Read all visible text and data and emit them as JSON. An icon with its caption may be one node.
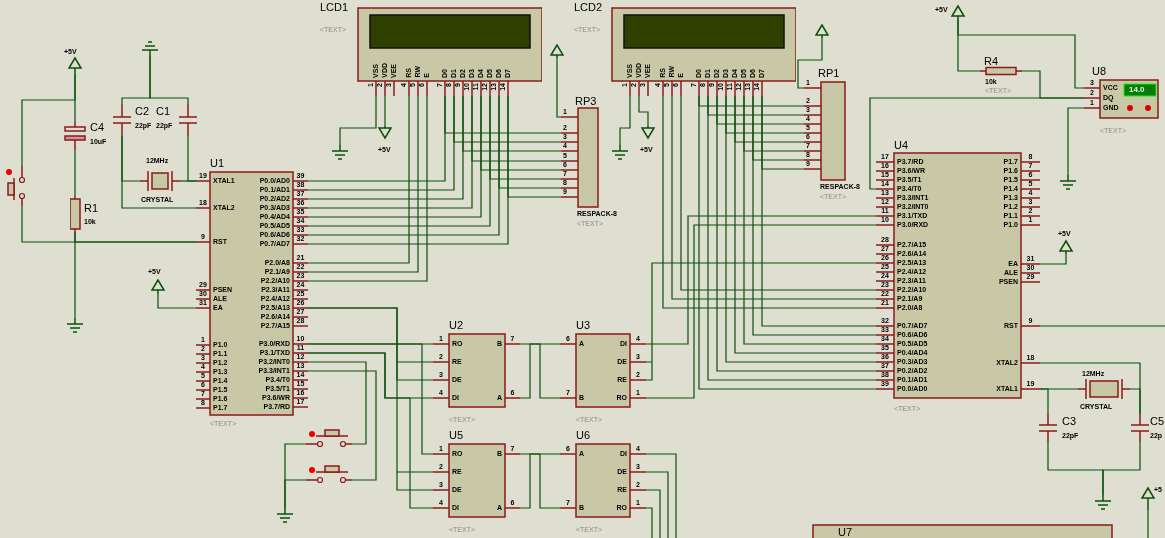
{
  "diagram": {
    "nodes": [
      {
        "text": [
          "LCD1",
          "<TEXT>",
          "VSS",
          "1",
          "VDD",
          "2",
          "VEE",
          "3",
          "RS",
          "4",
          "RW",
          "5",
          "E",
          "6",
          "D0",
          "7",
          "D1",
          "8",
          "D2",
          "9",
          "D3",
          "10",
          "D4",
          "11",
          "D5",
          "12",
          "D6",
          "13",
          "D7",
          "14"
        ]
      },
      {
        "text": [
          "LCD2",
          "<TEXT>",
          "VSS",
          "1",
          "VDD",
          "2",
          "VEE",
          "3",
          "RS",
          "4",
          "RW",
          "5",
          "E",
          "6",
          "D0",
          "7",
          "D1",
          "8",
          "D2",
          "9",
          "D3",
          "10",
          "D4",
          "11",
          "D5",
          "12",
          "D6",
          "13",
          "D7",
          "14"
        ]
      },
      {
        "text": [
          "U8",
          "<TEXT>",
          "14.0",
          "VCC",
          "3",
          "DQ",
          "2",
          "GND",
          "1"
        ]
      },
      {
        "text": [
          "RP1",
          "RESPACK-8",
          "<TEXT>",
          "1",
          "2",
          "3",
          "4",
          "5",
          "6",
          "7",
          "8",
          "9"
        ]
      },
      {
        "text": [
          "RP3",
          "RESPACK-8",
          "<TEXT>",
          "1",
          "2",
          "3",
          "4",
          "5",
          "6",
          "7",
          "8",
          "9"
        ]
      },
      {
        "text": [
          "U1",
          "<TEXT>",
          "XTAL1",
          "19",
          "XTAL2",
          "18",
          "RST",
          "9",
          "PSEN",
          "29",
          "ALE",
          "30",
          "EA",
          "31",
          "P1.0",
          "1",
          "P1.1",
          "2",
          "P1.2",
          "3",
          "P1.3",
          "4",
          "P1.4",
          "5",
          "P1.5",
          "6",
          "P1.6",
          "7",
          "P1.7",
          "8",
          "P0.0/AD0",
          "39",
          "P0.1/AD1",
          "38",
          "P0.2/AD2",
          "37",
          "P0.3/AD3",
          "36",
          "P0.4/AD4",
          "35",
          "P0.5/AD5",
          "34",
          "P0.6/AD6",
          "33",
          "P0.7/AD7",
          "32",
          "P2.0/A8",
          "21",
          "P2.1/A9",
          "22",
          "P2.2/A10",
          "23",
          "P2.3/A11",
          "24",
          "P2.4/A12",
          "25",
          "P2.5/A13",
          "26",
          "P2.6/A14",
          "27",
          "P2.7/A15",
          "28",
          "P3.0/RXD",
          "10",
          "P3.1/TXD",
          "11",
          "P3.2/INT0",
          "12",
          "P3.3/INT1",
          "13",
          "P3.4/T0",
          "14",
          "P3.5/T1",
          "15",
          "P3.6/WR",
          "16",
          "P3.7/RD",
          "17"
        ]
      },
      {
        "text": [
          "U4",
          "<TEXT>",
          "P3.7/RD",
          "17",
          "P3.6/WR",
          "16",
          "P3.5/T1",
          "15",
          "P3.4/T0",
          "14",
          "P3.3/INT1",
          "13",
          "P3.2/INT0",
          "12",
          "P3.1/TXD",
          "11",
          "P3.0/RXD",
          "10",
          "P2.7/A15",
          "28",
          "P2.6/A14",
          "27",
          "P2.5/A13",
          "26",
          "P2.4/A12",
          "25",
          "P2.3/A11",
          "24",
          "P2.2/A10",
          "23",
          "P2.1/A9",
          "22",
          "P2.0/A8",
          "21",
          "P0.7/AD7",
          "32",
          "P0.6/AD6",
          "33",
          "P0.5/AD5",
          "34",
          "P0.4/AD4",
          "35",
          "P0.3/AD3",
          "36",
          "P0.2/AD2",
          "37",
          "P0.1/AD1",
          "38",
          "P0.0/AD0",
          "39",
          "P1.7",
          "8",
          "P1.6",
          "7",
          "P1.5",
          "6",
          "P1.4",
          "5",
          "P1.3",
          "4",
          "P1.2",
          "3",
          "P1.1",
          "2",
          "P1.0",
          "1",
          "EA",
          "31",
          "ALE",
          "30",
          "PSEN",
          "29",
          "RST",
          "9",
          "XTAL2",
          "18",
          "XTAL1",
          "19"
        ]
      },
      {
        "text": [
          "U2",
          "<TEXT>",
          "RO",
          "1",
          "RE",
          "2",
          "DE",
          "3",
          "DI",
          "4",
          "B",
          "7",
          "A",
          "6"
        ]
      },
      {
        "text": [
          "U3",
          "<TEXT>",
          "A",
          "6",
          "B",
          "7",
          "DI",
          "4",
          "DE",
          "3",
          "RE",
          "2",
          "RO",
          "1"
        ]
      },
      {
        "text": [
          "U5",
          "<TEXT>",
          "RO",
          "1",
          "RE",
          "2",
          "DE",
          "3",
          "DI",
          "4",
          "B",
          "7",
          "A",
          "6"
        ]
      },
      {
        "text": [
          "U6",
          "<TEXT>",
          "A",
          "6",
          "B",
          "7",
          "DI",
          "4",
          "DE",
          "3",
          "RE",
          "2",
          "RO",
          "1"
        ]
      },
      {
        "text": [
          "U7"
        ]
      },
      {
        "text": [
          "R1",
          "10k"
        ]
      },
      {
        "text": [
          "C4",
          "10uF"
        ]
      },
      {
        "text": [
          "C2",
          "22pF"
        ]
      },
      {
        "text": [
          "C1",
          "22pF"
        ]
      },
      {
        "text": [
          "12MHz",
          "CRYSTAL"
        ]
      },
      {
        "text": [
          "R4",
          "10k",
          "<TEXT>"
        ]
      },
      {
        "text": [
          "C3",
          "22pF"
        ]
      },
      {
        "text": [
          "C5",
          "22p"
        ]
      },
      {
        "text": [
          "12MHz",
          "CRYSTAL"
        ]
      },
      {
        "text": [],
        "shape": "switch"
      },
      {
        "text": [],
        "shape": "switch"
      },
      {
        "text": [],
        "shape": "switch"
      },
      {
        "text": [
          "+5V"
        ]
      },
      {
        "text": [
          "+5V"
        ]
      },
      {
        "text": [
          "+5V"
        ]
      },
      {
        "text": [],
        "shape": "triangle"
      },
      {
        "text": [
          "+5V"
        ]
      },
      {
        "text": [],
        "shape": "triangle"
      },
      {
        "text": [
          "+5V"
        ]
      },
      {
        "text": [
          "+5V"
        ]
      },
      {
        "text": [
          "+5"
        ]
      },
      {
        "text": [],
        "shape": "ground"
      },
      {
        "text": [],
        "shape": "ground"
      },
      {
        "text": [],
        "shape": "ground"
      },
      {
        "text": [],
        "shape": "ground"
      },
      {
        "text": [],
        "shape": "ground"
      },
      {
        "text": [],
        "shape": "ground"
      },
      {
        "text": [],
        "shape": "ground"
      }
    ],
    "edges": [
      {
        "from": 5,
        "to": 0,
        "arrow": "none"
      },
      {
        "from": 5,
        "to": 0,
        "arrow": "none"
      },
      {
        "from": 5,
        "to": 0,
        "arrow": "none"
      },
      {
        "from": 5,
        "to": 0,
        "arrow": "none"
      },
      {
        "from": 5,
        "to": 0,
        "arrow": "none"
      },
      {
        "from": 5,
        "to": 0,
        "arrow": "none"
      },
      {
        "from": 5,
        "to": 0,
        "arrow": "none"
      },
      {
        "from": 5,
        "to": 0,
        "arrow": "none"
      },
      {
        "from": 0,
        "to": 4,
        "arrow": "none"
      },
      {
        "from": 0,
        "to": 4,
        "arrow": "none"
      },
      {
        "from": 0,
        "to": 4,
        "arrow": "none"
      },
      {
        "from": 0,
        "to": 4,
        "arrow": "none"
      },
      {
        "from": 0,
        "to": 4,
        "arrow": "none"
      },
      {
        "from": 0,
        "to": 4,
        "arrow": "none"
      },
      {
        "from": 0,
        "to": 4,
        "arrow": "none"
      },
      {
        "from": 0,
        "to": 4,
        "arrow": "none"
      },
      {
        "from": 5,
        "to": 0,
        "arrow": "none"
      },
      {
        "from": 5,
        "to": 0,
        "arrow": "none"
      },
      {
        "from": 5,
        "to": 0,
        "arrow": "none"
      },
      {
        "from": 0,
        "to": 35,
        "arrow": "none"
      },
      {
        "from": 0,
        "to": 25,
        "arrow": "none"
      },
      {
        "from": 4,
        "to": 27,
        "arrow": "none"
      },
      {
        "from": 1,
        "to": 3,
        "arrow": "none"
      },
      {
        "from": 1,
        "to": 3,
        "arrow": "none"
      },
      {
        "from": 1,
        "to": 3,
        "arrow": "none"
      },
      {
        "from": 1,
        "to": 3,
        "arrow": "none"
      },
      {
        "from": 1,
        "to": 3,
        "arrow": "none"
      },
      {
        "from": 1,
        "to": 3,
        "arrow": "none"
      },
      {
        "from": 1,
        "to": 3,
        "arrow": "none"
      },
      {
        "from": 1,
        "to": 3,
        "arrow": "none"
      },
      {
        "from": 1,
        "to": 6,
        "arrow": "none"
      },
      {
        "from": 1,
        "to": 6,
        "arrow": "none"
      },
      {
        "from": 1,
        "to": 6,
        "arrow": "none"
      },
      {
        "from": 1,
        "to": 6,
        "arrow": "none"
      },
      {
        "from": 1,
        "to": 6,
        "arrow": "none"
      },
      {
        "from": 1,
        "to": 6,
        "arrow": "none"
      },
      {
        "from": 1,
        "to": 6,
        "arrow": "none"
      },
      {
        "from": 1,
        "to": 6,
        "arrow": "none"
      },
      {
        "from": 1,
        "to": 6,
        "arrow": "none"
      },
      {
        "from": 1,
        "to": 6,
        "arrow": "none"
      },
      {
        "from": 1,
        "to": 6,
        "arrow": "none"
      },
      {
        "from": 1,
        "to": 36,
        "arrow": "none"
      },
      {
        "from": 1,
        "to": 28,
        "arrow": "none"
      },
      {
        "from": 3,
        "to": 29,
        "arrow": "none"
      },
      {
        "from": 5,
        "to": 7,
        "arrow": "none"
      },
      {
        "from": 5,
        "to": 9,
        "arrow": "none"
      },
      {
        "from": 5,
        "to": 7,
        "arrow": "none"
      },
      {
        "from": 5,
        "to": 9,
        "arrow": "none"
      },
      {
        "from": 5,
        "to": 7,
        "arrow": "none"
      },
      {
        "from": 5,
        "to": 9,
        "arrow": "none"
      },
      {
        "from": 5,
        "to": 22,
        "arrow": "none"
      },
      {
        "from": 5,
        "to": 23,
        "arrow": "none"
      },
      {
        "from": 22,
        "to": 38,
        "arrow": "none"
      },
      {
        "from": 23,
        "to": 38,
        "arrow": "none"
      },
      {
        "from": 7,
        "to": 8,
        "arrow": "none"
      },
      {
        "from": 7,
        "to": 8,
        "arrow": "none"
      },
      {
        "from": 9,
        "to": 10,
        "arrow": "none"
      },
      {
        "from": 9,
        "to": 10,
        "arrow": "none"
      },
      {
        "from": 8,
        "to": 6,
        "arrow": "none"
      },
      {
        "from": 8,
        "to": 6,
        "arrow": "none"
      },
      {
        "from": 8,
        "to": 6,
        "arrow": "none"
      },
      {
        "from": 10,
        "to": null,
        "arrow": "none"
      },
      {
        "from": 10,
        "to": null,
        "arrow": "none"
      },
      {
        "from": 10,
        "to": null,
        "arrow": "none"
      },
      {
        "from": 10,
        "to": null,
        "arrow": "none"
      },
      {
        "from": 6,
        "to": 2,
        "arrow": "none"
      },
      {
        "from": 17,
        "to": 2,
        "arrow": "none"
      },
      {
        "from": 30,
        "to": 17,
        "arrow": "none"
      },
      {
        "from": 30,
        "to": 2,
        "arrow": "none"
      },
      {
        "from": 2,
        "to": 37,
        "arrow": "none"
      },
      {
        "from": 6,
        "to": 31,
        "arrow": "none"
      },
      {
        "from": 6,
        "to": null,
        "arrow": "none"
      },
      {
        "from": 6,
        "to": 19,
        "arrow": "none"
      },
      {
        "from": 6,
        "to": 20,
        "arrow": "none"
      },
      {
        "from": 6,
        "to": 18,
        "arrow": "none"
      },
      {
        "from": 20,
        "to": 19,
        "arrow": "none"
      },
      {
        "from": 18,
        "to": 39,
        "arrow": "none"
      },
      {
        "from": 19,
        "to": 39,
        "arrow": "none"
      },
      {
        "from": 5,
        "to": 16,
        "arrow": "none"
      },
      {
        "from": 5,
        "to": 15,
        "arrow": "none"
      },
      {
        "from": 16,
        "to": 14,
        "arrow": "none"
      },
      {
        "from": 5,
        "to": 14,
        "arrow": "none"
      },
      {
        "from": 14,
        "to": 33,
        "arrow": "none"
      },
      {
        "from": 15,
        "to": 33,
        "arrow": "none"
      },
      {
        "from": 5,
        "to": 12,
        "arrow": "none"
      },
      {
        "from": 5,
        "to": 21,
        "arrow": "none"
      },
      {
        "from": 12,
        "to": 34,
        "arrow": "none"
      },
      {
        "from": 13,
        "to": 12,
        "arrow": "none"
      },
      {
        "from": 24,
        "to": 13,
        "arrow": "none"
      },
      {
        "from": 21,
        "to": 24,
        "arrow": "none"
      },
      {
        "from": 5,
        "to": 26,
        "arrow": "none"
      },
      {
        "from": 32,
        "to": null,
        "arrow": "none"
      }
    ]
  }
}
